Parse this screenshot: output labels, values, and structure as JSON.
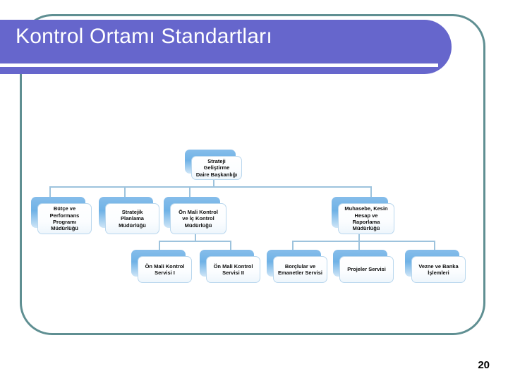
{
  "slide": {
    "title": "Kontrol Ortamı Standartları",
    "page_number": "20",
    "accent_purple": "#6666CC",
    "accent_teal": "#5F8F92",
    "node_blue": "#6FB2E6",
    "connector_blue": "#9DC3DD"
  },
  "org_chart": {
    "root": {
      "label": "Strateji Geliştirme\nDaire Başkanlığı"
    },
    "level2": [
      {
        "label": "Bütçe ve\nPerformans\nProgramı\nMüdürlüğü"
      },
      {
        "label": "Stratejik\nPlanlama\nMüdürlüğü"
      },
      {
        "label": "Ön Mali Kontrol\nve İç Kontrol\nMüdürlüğü"
      },
      {
        "label": "Muhasebe, Kesin\nHesap ve\nRaporlama\nMüdürlüğü"
      }
    ],
    "level3": [
      {
        "label": "Ön Mali Kontrol\nServisi I"
      },
      {
        "label": "Ön Mali Kontrol\nServisi II"
      },
      {
        "label": "Borçlular ve\nEmanetler Servisi"
      },
      {
        "label": "Projeler Servisi"
      },
      {
        "label": "Vezne ve Banka\nİşlemleri"
      }
    ]
  }
}
